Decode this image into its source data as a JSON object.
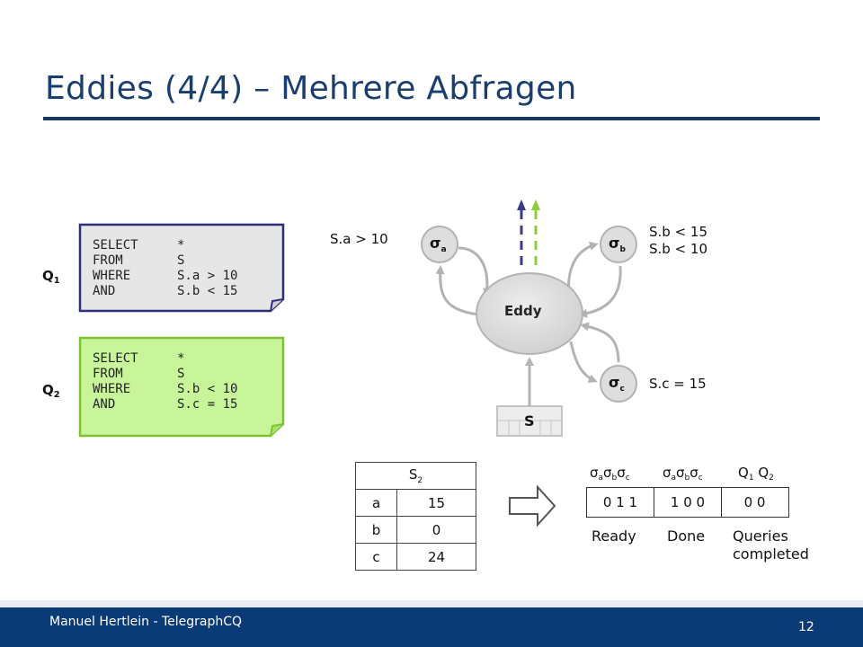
{
  "title": "Eddies (4/4) – Mehrere Abfragen",
  "queries": [
    {
      "label": "Q",
      "sub": "1",
      "color": "#e6e6e6",
      "border": "#2e2e7a",
      "lines": [
        [
          "SELECT",
          "*"
        ],
        [
          "FROM",
          "S"
        ],
        [
          "WHERE",
          "S.a > 10"
        ],
        [
          "AND",
          "S.b < 15"
        ]
      ]
    },
    {
      "label": "Q",
      "sub": "2",
      "color": "#c8f59a",
      "border": "#7ec234",
      "lines": [
        [
          "SELECT",
          "*"
        ],
        [
          "FROM",
          "S"
        ],
        [
          "WHERE",
          "S.b < 10"
        ],
        [
          "AND",
          "S.c = 15"
        ]
      ]
    }
  ],
  "diagram": {
    "eddy": "Eddy",
    "sigma_a": {
      "sym": "σ",
      "sub": "a"
    },
    "sigma_b": {
      "sym": "σ",
      "sub": "b"
    },
    "sigma_c": {
      "sym": "σ",
      "sub": "c"
    },
    "cond_a": "S.a > 10",
    "cond_b1": "S.b < 15",
    "cond_b2": "S.b < 10",
    "cond_c": "S.c = 15",
    "source": "S",
    "arrow_colors": {
      "q1": "#3a3a8c",
      "q2": "#8ccf3c"
    }
  },
  "tuple": {
    "name": "S",
    "name_sub": "2",
    "rows": [
      [
        "a",
        "15"
      ],
      [
        "b",
        "0"
      ],
      [
        "c",
        "24"
      ]
    ]
  },
  "bitmaps": {
    "headers": [
      "σaσbσc",
      "σaσbσc",
      "Q1 Q2"
    ],
    "values": [
      "0 1 1",
      "1 0 0",
      "0 0"
    ],
    "captions": [
      "Ready",
      "Done",
      "Queries completed"
    ]
  },
  "footer": {
    "author": "Manuel Hertlein - TelegraphCQ",
    "page": "12"
  }
}
